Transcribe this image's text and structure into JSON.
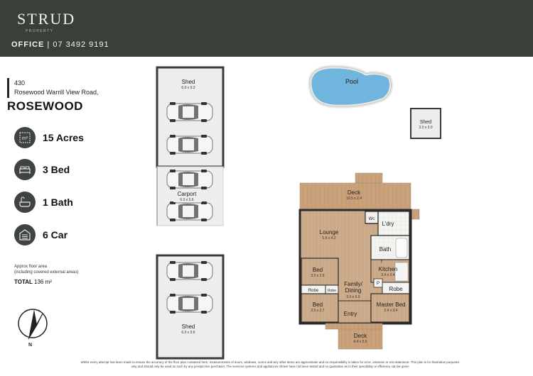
{
  "header": {
    "brand": "STRUD",
    "brand_sub": "PROPERTY",
    "office_label": "OFFICE",
    "office_phone": "| 07 3492 9191"
  },
  "property": {
    "street_number": "430",
    "street": "Rosewood Warrill View Road,",
    "suburb": "ROSEWOOD"
  },
  "features": [
    {
      "label": "15 Acres",
      "icon": "land-size-icon"
    },
    {
      "label": "3 Bed",
      "icon": "bed-icon"
    },
    {
      "label": "1 Bath",
      "icon": "bath-icon"
    },
    {
      "label": "6 Car",
      "icon": "garage-icon"
    }
  ],
  "floor_area": {
    "note_line1": "Approx floor area",
    "note_line2": "(including covered external areas)",
    "total_label": "TOTAL",
    "total_value": "136 m²"
  },
  "compass": {
    "north": "N"
  },
  "rooms": {
    "shed_top": {
      "name": "Shed",
      "size": "6.0 x 9.3"
    },
    "carport": {
      "name": "Carport",
      "size": "6.0 x 5.6"
    },
    "shed_bottom": {
      "name": "Shed",
      "size": "6.0 x 9.6"
    },
    "pool": {
      "name": "Pool"
    },
    "shed_small": {
      "name": "Shed",
      "size": "3.0 x 3.0"
    },
    "deck_top": {
      "name": "Deck",
      "size": "10.5 x 2.4"
    },
    "wc": {
      "name": "Wc"
    },
    "laundry": {
      "name": "L'dry"
    },
    "lounge": {
      "name": "Lounge",
      "size": "5.5 x 4.2"
    },
    "bath": {
      "name": "Bath"
    },
    "bed1": {
      "name": "Bed",
      "size": "3.5 x 2.5"
    },
    "kitchen": {
      "name": "Kitchen",
      "size": "3.4 x 2.4"
    },
    "family": {
      "name": "Family/",
      "name2": "Dining",
      "size": "3.0 x 6.0"
    },
    "robe1": {
      "name": "Robe"
    },
    "robe2": {
      "name": "Robe"
    },
    "robe3": {
      "name": "Robe"
    },
    "pantry": {
      "name": "P"
    },
    "fridge": {
      "name": "f"
    },
    "bed2": {
      "name": "Bed",
      "size": "3.5 x 2.7"
    },
    "master": {
      "name": "Master Bed",
      "size": "3.4 x 3.4"
    },
    "entry": {
      "name": "Entry"
    },
    "deck_bottom": {
      "name": "Deck",
      "size": "4.4 x 2.5"
    }
  },
  "disclaimer": "Whilst every attempt has been made to ensure the accuracy of the floor plan contained here, measurements of doors, windows, rooms and any other items are approximate and no responsibility is taken for error, omission or mis-statement. This plan is for illustrative purposes only and should only be used as such by any prospective purchaser. The services systems and appliances shown have not been tested and no guarantee as to their operability or efficiency can be given"
}
